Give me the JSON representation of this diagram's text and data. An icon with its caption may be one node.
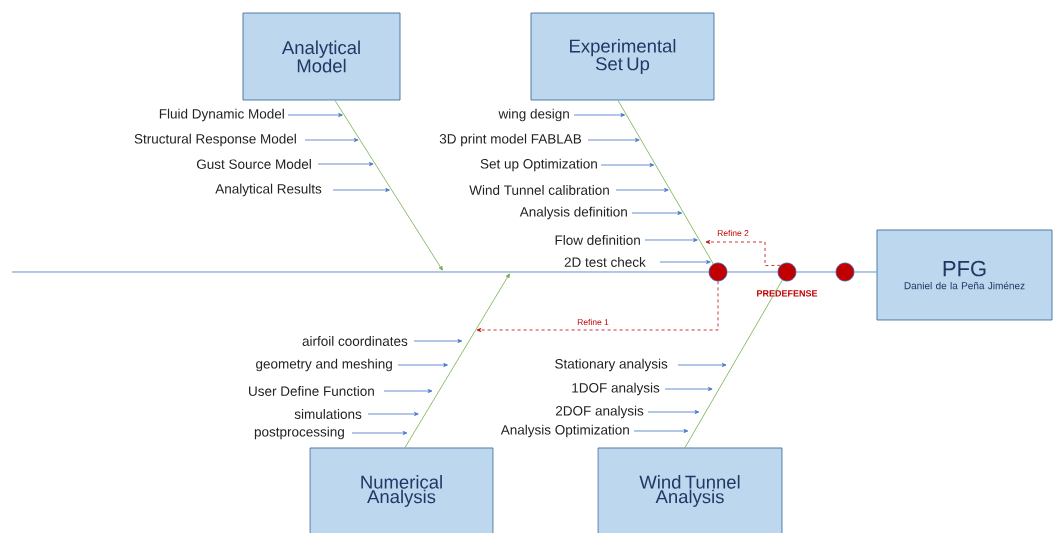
{
  "diagram": {
    "nodes": [
      {
        "text": [
          "Analytical Model"
        ]
      },
      {
        "text": [
          "Experimental Set Up"
        ]
      },
      {
        "text": [
          "PFG",
          "Daniel de la Peña Jiménez"
        ]
      },
      {
        "text": [],
        "shape": "circle"
      },
      {
        "text": [],
        "shape": "circle",
        "beside": [
          "PREDEFENSE"
        ]
      },
      {
        "text": [],
        "shape": "circle"
      },
      {
        "text": [
          "Numerical Analysis"
        ]
      },
      {
        "text": [
          "Wind Tunnel Analysis"
        ]
      },
      {
        "text": [
          "Fluid Dynamic Model"
        ]
      },
      {
        "text": [
          "Structural Response Model"
        ]
      },
      {
        "text": [
          "Gust Source Model"
        ]
      },
      {
        "text": [
          "Analytical Results"
        ]
      },
      {
        "text": [
          "wing design"
        ]
      },
      {
        "text": [
          "3D print model FABLAB"
        ]
      },
      {
        "text": [
          "Set up Optimization"
        ]
      },
      {
        "text": [
          "Wind Tunnel calibration"
        ]
      },
      {
        "text": [
          "Analysis definition"
        ]
      },
      {
        "text": [
          "Flow definition"
        ]
      },
      {
        "text": [
          "2D test check"
        ]
      },
      {
        "text": [
          "airfoil coordinates"
        ]
      },
      {
        "text": [
          "geometry and meshing"
        ]
      },
      {
        "text": [
          "User Define Function"
        ]
      },
      {
        "text": [
          "simulations"
        ]
      },
      {
        "text": [
          "postprocessing"
        ]
      },
      {
        "text": [
          "Stationary analysis"
        ]
      },
      {
        "text": [
          "1DOF analysis"
        ]
      },
      {
        "text": [
          "2DOF analysis"
        ]
      },
      {
        "text": [
          "Analysis Optimization"
        ]
      }
    ],
    "edges": [
      {
        "from": null,
        "to": 3,
        "arrow": "none"
      },
      {
        "from": 3,
        "to": 4,
        "arrow": "none"
      },
      {
        "from": 4,
        "to": 5,
        "arrow": "none"
      },
      {
        "from": 5,
        "to": 2,
        "arrow": "none"
      },
      {
        "from": 0,
        "to": null,
        "arrow": "to",
        "color": "#70ad47"
      },
      {
        "from": 1,
        "to": 3,
        "arrow": "none",
        "color": "#70ad47"
      },
      {
        "from": 6,
        "to": null,
        "arrow": "to",
        "color": "#70ad47"
      },
      {
        "from": 7,
        "to": 4,
        "arrow": "none",
        "color": "#70ad47"
      },
      {
        "from": 8,
        "to": null,
        "arrow": "to"
      },
      {
        "from": 9,
        "to": null,
        "arrow": "to"
      },
      {
        "from": 10,
        "to": null,
        "arrow": "to"
      },
      {
        "from": 11,
        "to": null,
        "arrow": "to"
      },
      {
        "from": 12,
        "to": null,
        "arrow": "to"
      },
      {
        "from": 13,
        "to": null,
        "arrow": "to"
      },
      {
        "from": 14,
        "to": null,
        "arrow": "to"
      },
      {
        "from": 15,
        "to": null,
        "arrow": "to"
      },
      {
        "from": 16,
        "to": null,
        "arrow": "to"
      },
      {
        "from": 17,
        "to": null,
        "arrow": "to"
      },
      {
        "from": 18,
        "to": 3,
        "arrow": "to"
      },
      {
        "from": 19,
        "to": null,
        "arrow": "to"
      },
      {
        "from": 20,
        "to": null,
        "arrow": "to"
      },
      {
        "from": 21,
        "to": null,
        "arrow": "to"
      },
      {
        "from": 22,
        "to": null,
        "arrow": "to"
      },
      {
        "from": 23,
        "to": null,
        "arrow": "to"
      },
      {
        "from": 24,
        "to": null,
        "arrow": "to"
      },
      {
        "from": 25,
        "to": null,
        "arrow": "to"
      },
      {
        "from": 26,
        "to": null,
        "arrow": "to"
      },
      {
        "from": 27,
        "to": null,
        "arrow": "to"
      },
      {
        "from": 3,
        "to": null,
        "arrow": "to",
        "style": "dashed",
        "color": "#c00000",
        "label": "Refine 1"
      },
      {
        "from": 4,
        "to": null,
        "arrow": "to",
        "style": "dashed",
        "color": "#c00000",
        "label": "Refine 2"
      }
    ]
  }
}
